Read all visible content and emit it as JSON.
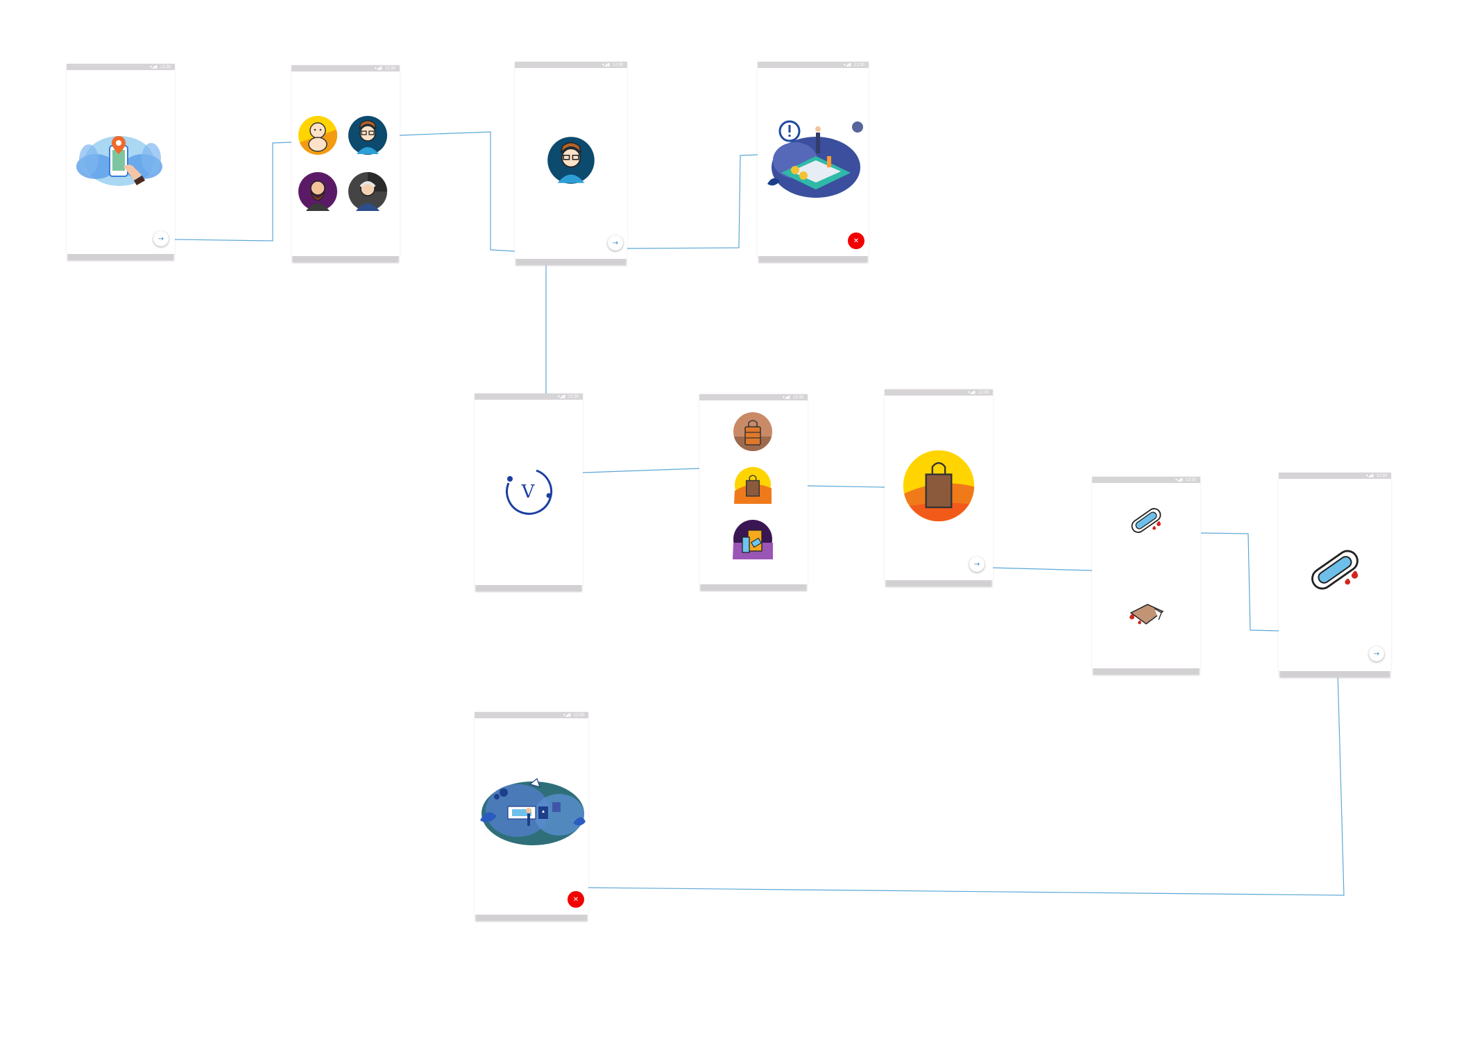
{
  "canvas": {
    "background": "#ffffff"
  },
  "colors": {
    "connector": "#5aa7d6",
    "statusbar": "#d7d4d7",
    "close_button": "#f20000",
    "next_arrow": "#2f86c9"
  },
  "statusbar": {
    "signal_icon": "▾◢▮",
    "time": "12:30"
  },
  "buttons": {
    "next_glyph": "→",
    "close_glyph": "✕"
  },
  "screens": [
    {
      "id": "location-onboarding",
      "art": "map-pin-hand-illustration",
      "button": "next"
    },
    {
      "id": "avatar-picker",
      "art": "avatar-grid-baby-boy-bearded-man-grandpa",
      "button": "none"
    },
    {
      "id": "selected-avatar",
      "art": "boy-with-glasses-avatar",
      "button": "next"
    },
    {
      "id": "alert-isometric",
      "art": "isometric-alert-illustration",
      "button": "close"
    },
    {
      "id": "logo-splash",
      "art": "circular-v-logo",
      "button": "none"
    },
    {
      "id": "category-picker",
      "art": "basket-shopping-bag-groceries-icons",
      "button": "none"
    },
    {
      "id": "shopping-bag",
      "art": "shopping-bag-icon",
      "button": "next"
    },
    {
      "id": "hygiene-picker",
      "art": "pad-and-cloth-icons",
      "button": "none"
    },
    {
      "id": "sanitary-pad",
      "art": "sanitary-pad-icon",
      "button": "next"
    },
    {
      "id": "celebration",
      "art": "celebration-illustration",
      "button": "close"
    }
  ],
  "logo": {
    "letter": "V"
  }
}
